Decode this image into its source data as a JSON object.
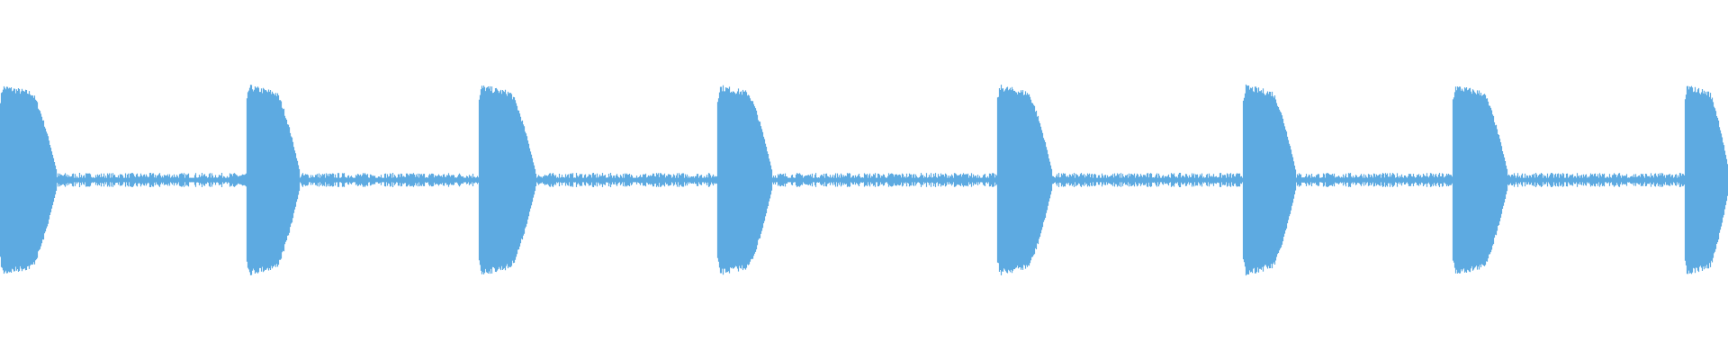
{
  "waveform": {
    "color": "#5daae1",
    "background": "#ffffff",
    "burst_count": 8,
    "burst_peak_amplitude": 0.56,
    "silence_noise_amplitude": 0.04,
    "baseline_thickness": 0.012
  }
}
